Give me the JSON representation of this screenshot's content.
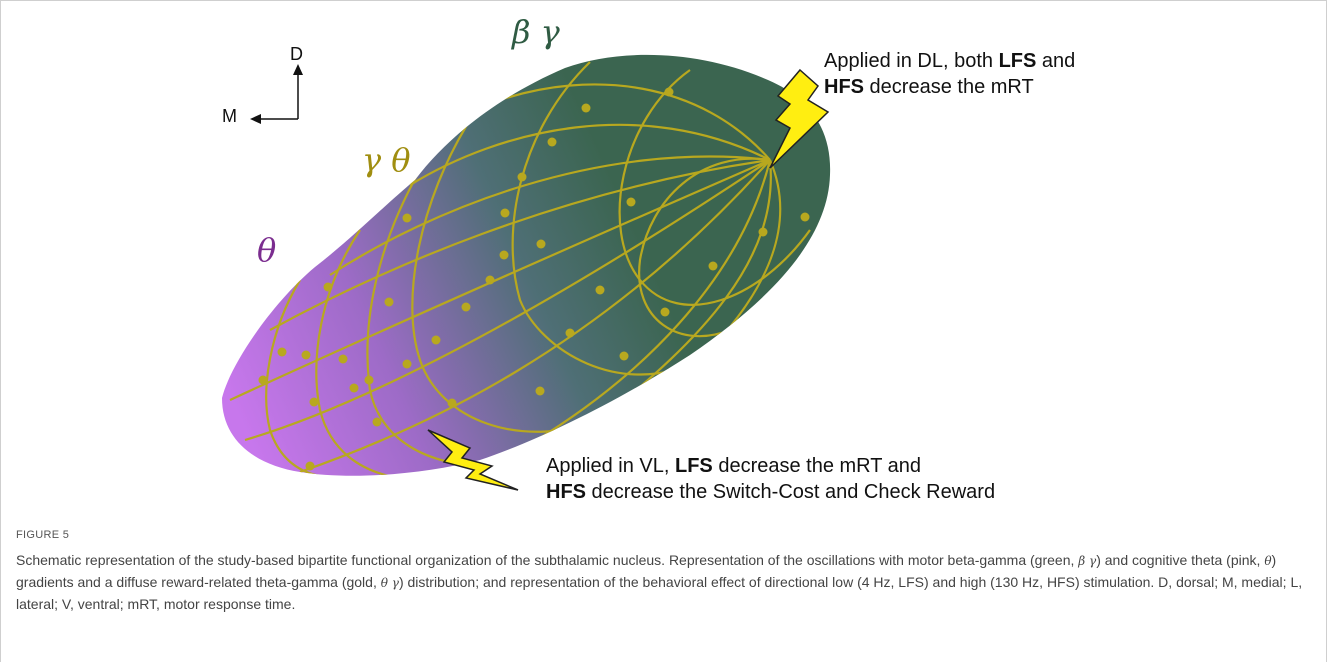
{
  "figure": {
    "label": "FIGURE 5",
    "caption_parts": [
      "Schematic representation of the study-based bipartite functional organization of the subthalamic nucleus. Representation of the oscillations with motor beta-gamma (green, ",
      "β γ",
      ") and cognitive theta (pink, ",
      "θ",
      ") gradients and a diffuse reward-related theta-gamma (gold, ",
      "θ γ",
      ") distribution; and representation of the behavioral effect of directional low (4 Hz, LFS) and high (130 Hz, HFS) stimulation. D, dorsal; M, medial; L, lateral; V, ventral; mRT, motor response time."
    ]
  },
  "orientation": {
    "up_label": "D",
    "left_label": "M"
  },
  "greek_labels": {
    "beta_gamma": "β γ",
    "gamma_theta": "γ  θ",
    "theta": "θ"
  },
  "annotations": {
    "dl": {
      "line1_prefix": "Applied in DL, both ",
      "line1_bold": "LFS",
      "line1_suffix": " and",
      "line2_bold": "HFS",
      "line2_suffix": " decrease the mRT"
    },
    "vl": {
      "line1_prefix": "Applied in VL, ",
      "line1_bold": "LFS",
      "line1_suffix": " decrease the mRT and",
      "line2_bold": "HFS",
      "line2_suffix": " decrease the Switch-Cost and Check Reward"
    }
  },
  "colors": {
    "motor_green": "#3b6550",
    "cognitive_pink": "#c777ec",
    "reward_gold": "#b8a81f",
    "bolt_yellow": "#ffee11"
  }
}
